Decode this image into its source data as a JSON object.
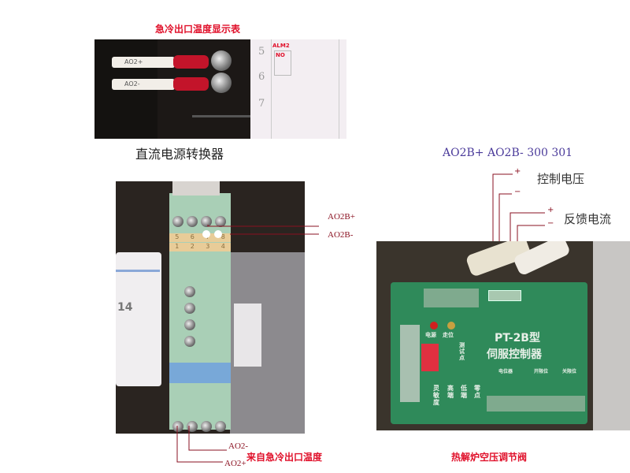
{
  "top_photo": {
    "title": "急冷出口温度显示表",
    "wire_labels": [
      "AO2+",
      "AO2-"
    ],
    "panel_numbers": [
      "5",
      "6",
      "7"
    ],
    "alarm_label": "ALM2",
    "alarm_mode": "NO",
    "caption": "直流电源转换器"
  },
  "converter_photo": {
    "top_labels": [
      "AO2B+",
      "AO2B-"
    ],
    "terminal_numbers_top": [
      "5",
      "6",
      "7",
      "8"
    ],
    "terminal_numbers_mid": [
      "1",
      "2",
      "3",
      "4"
    ],
    "model_badge": "14",
    "bottom_labels": {
      "minus": "AO2-",
      "plus": "AO2+"
    },
    "bottom_caption": "来自急冷出口温度"
  },
  "servo_diagram": {
    "header": "AO2B+ AO2B- 300 301",
    "plus_sign": "+",
    "minus_sign": "−",
    "control_voltage": "控制电压",
    "feedback_current": "反馈电流"
  },
  "servo_photo": {
    "model": "PT-2B型",
    "name": "伺服控制器",
    "indicators": [
      "电源",
      "走位"
    ],
    "bottom_labels": [
      "灵敏度",
      "高端",
      "低端",
      "零点"
    ],
    "test_label": "测试点",
    "pot_labels": [
      "电位器",
      "开限位",
      "关限位"
    ],
    "caption": "热解炉空压调节阀"
  },
  "colors": {
    "accent_red": "#e0102a",
    "line": "#8a1020",
    "header_blue": "#4a3a9a",
    "pcb_green": "#2f8a5a"
  }
}
